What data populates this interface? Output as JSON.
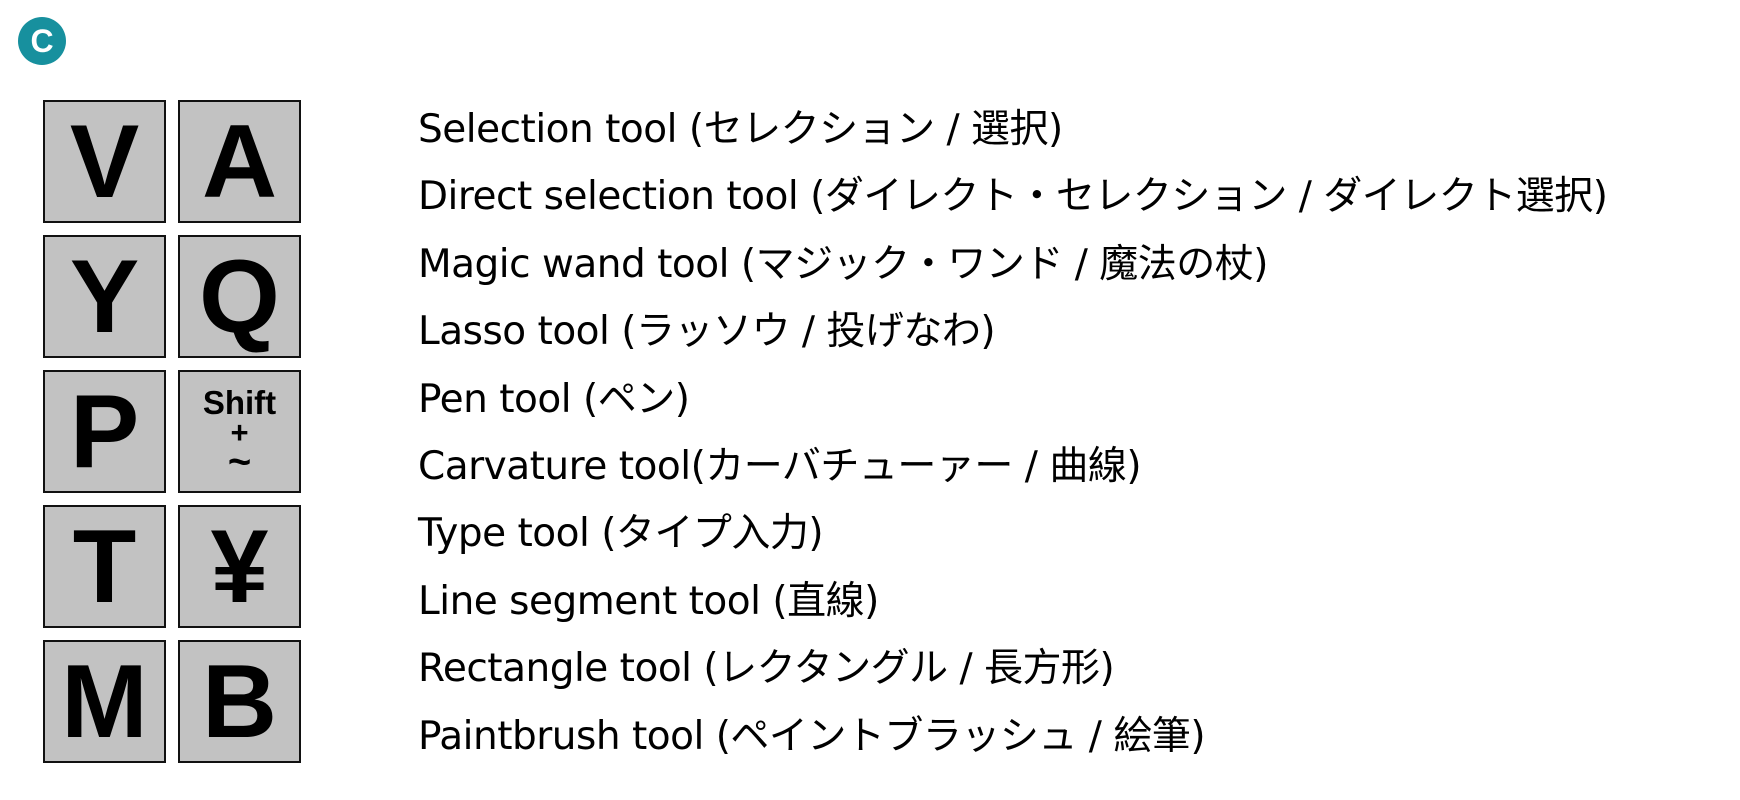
{
  "badge": {
    "label": "C",
    "color": "#17909e"
  },
  "keys": [
    {
      "label": "V"
    },
    {
      "label": "A"
    },
    {
      "label": "Y"
    },
    {
      "label": "Q"
    },
    {
      "label": "P"
    },
    {
      "lines": [
        "Shift",
        "+",
        "~"
      ]
    },
    {
      "label": "T"
    },
    {
      "label": "¥"
    },
    {
      "label": "M"
    },
    {
      "label": "B"
    }
  ],
  "key_style": {
    "fill": "#c2c2c2",
    "border": "#111111"
  },
  "tools": [
    "Selection tool (セレクション / 選択)",
    "Direct selection tool (ダイレクト・セレクション / ダイレクト選択)",
    "Magic wand tool (マジック・ワンド / 魔法の杖)",
    "Lasso tool (ラッソウ / 投げなわ)",
    "Pen tool (ペン)",
    "Carvature tool(カーバチューァー / 曲線)",
    "Type tool (タイプ入力)",
    "Line segment tool (直線)",
    "Rectangle tool (レクタングル / 長方形)",
    "Paintbrush tool (ペイントブラッシュ / 絵筆)"
  ]
}
